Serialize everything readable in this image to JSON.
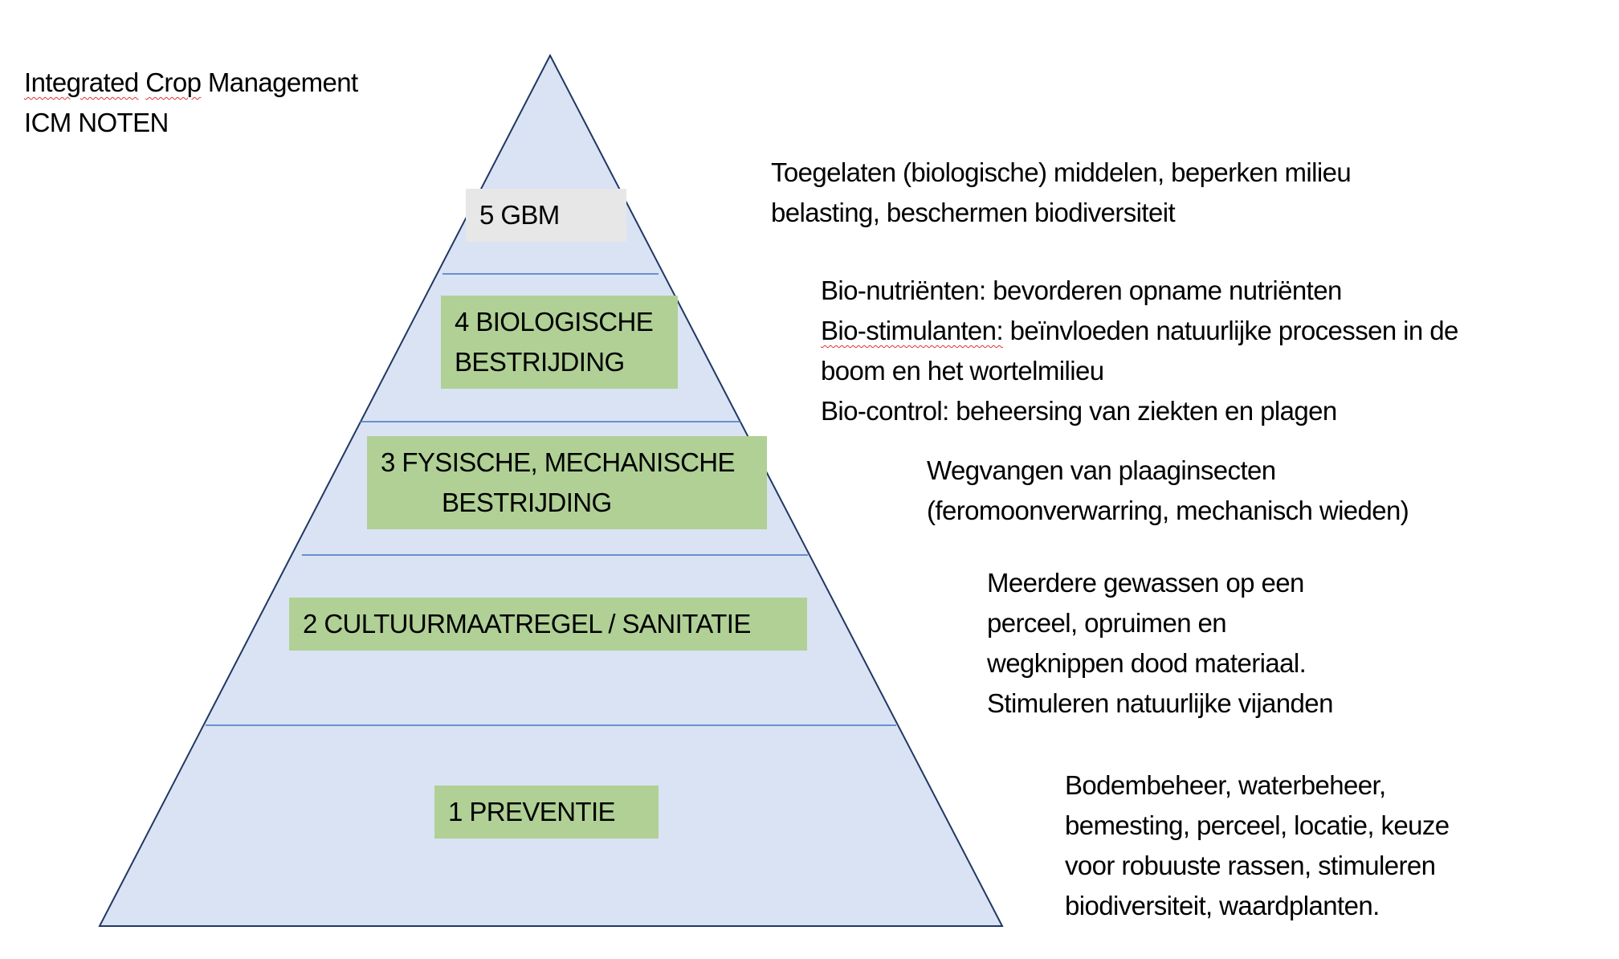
{
  "title": {
    "line1_word1": "Integrated",
    "line1_word2": "Crop",
    "line1_word3": "Management",
    "line2": "ICM NOTEN"
  },
  "pyramid": {
    "fill_color": "#dae3f3",
    "outline_color": "#1f3864",
    "divider_color": "#4472c4",
    "levels": [
      {
        "label_line1": "5 GBM",
        "box_color": "#e7e7e7"
      },
      {
        "label_line1": "4 BIOLOGISCHE",
        "label_line2": "BESTRIJDING",
        "box_color": "#b0d096"
      },
      {
        "label_line1": "3 FYSISCHE, MECHANISCHE",
        "label_line2": "BESTRIJDING",
        "box_color": "#b0d096"
      },
      {
        "label_line1": "2 CULTUURMAATREGEL / SANITATIE",
        "box_color": "#b0d096"
      },
      {
        "label_line1": "1 PREVENTIE",
        "box_color": "#b0d096"
      }
    ]
  },
  "notes": {
    "level5": [
      "Toegelaten (biologische) middelen, beperken milieu",
      "belasting, beschermen biodiversiteit"
    ],
    "level4": {
      "line1": "Bio-nutriënten: bevorderen opname nutriënten",
      "line2_a": "Bio-stimulanten:",
      "line2_b": " beïnvloeden natuurlijke processen in de",
      "line3": "boom en het wortelmilieu",
      "line4": "Bio-control: beheersing van ziekten en plagen"
    },
    "level3": [
      "Wegvangen van plaaginsecten",
      "(feromoonverwarring, mechanisch wieden)"
    ],
    "level2": [
      "Meerdere gewassen op een",
      "perceel, opruimen en",
      "wegknippen dood materiaal.",
      "Stimuleren natuurlijke vijanden"
    ],
    "level1": [
      "Bodembeheer, waterbeheer,",
      "bemesting, perceel, locatie, keuze",
      "voor robuuste rassen, stimuleren",
      "biodiversiteit, waardplanten."
    ]
  }
}
